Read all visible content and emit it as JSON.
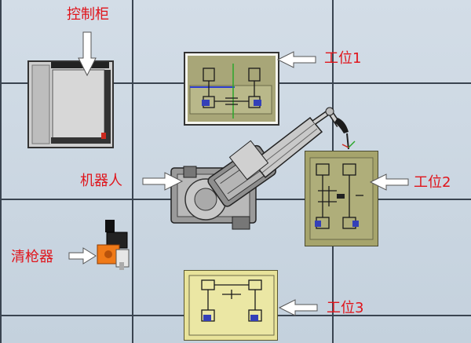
{
  "labels": {
    "control_cabinet": "控制柜",
    "station1": "工位1",
    "station2": "工位2",
    "station3": "工位3",
    "robot": "机器人",
    "gun_cleaner": "清枪器"
  },
  "colors": {
    "background": "#cdd8e3",
    "grid": "#3a4450",
    "label": "#e0141b",
    "arrow_fill": "#ffffff",
    "station1": "#a8a678",
    "station2": "#a6a46c",
    "station3": "#e8e39a",
    "gun_cleaner": "#f07a18"
  }
}
